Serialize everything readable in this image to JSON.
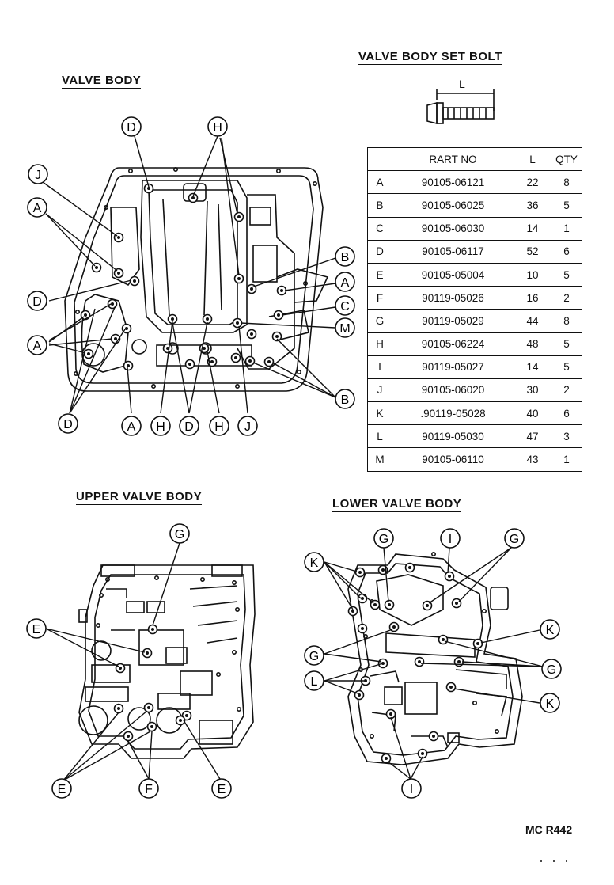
{
  "titles": {
    "valve_body": "VALVE BODY",
    "valve_body_set_bolt": "VALVE BODY SET BOLT",
    "upper_valve_body": "UPPER VALVE BODY",
    "lower_valve_body": "LOWER VALVE BODY"
  },
  "bolt_dimension_label": "L",
  "table": {
    "headers": [
      "",
      "RART NO",
      "L",
      "QTY"
    ],
    "rows": [
      {
        "code": "A",
        "part_no": "90105-06121",
        "length": "22",
        "qty": "8"
      },
      {
        "code": "B",
        "part_no": "90105-06025",
        "length": "36",
        "qty": "5"
      },
      {
        "code": "C",
        "part_no": "90105-06030",
        "length": "14",
        "qty": "1"
      },
      {
        "code": "D",
        "part_no": "90105-06117",
        "length": "52",
        "qty": "6"
      },
      {
        "code": "E",
        "part_no": "90105-05004",
        "length": "10",
        "qty": "5"
      },
      {
        "code": "F",
        "part_no": "90119-05026",
        "length": "16",
        "qty": "2"
      },
      {
        "code": "G",
        "part_no": "90119-05029",
        "length": "44",
        "qty": "8"
      },
      {
        "code": "H",
        "part_no": "90105-06224",
        "length": "48",
        "qty": "5"
      },
      {
        "code": "I",
        "part_no": "90119-05027",
        "length": "14",
        "qty": "5"
      },
      {
        "code": "J",
        "part_no": "90105-06020",
        "length": "30",
        "qty": "2"
      },
      {
        "code": "K",
        "part_no": ".90119-05028",
        "length": "40",
        "qty": "6"
      },
      {
        "code": "L",
        "part_no": "90119-05030",
        "length": "47",
        "qty": "3"
      },
      {
        "code": "M",
        "part_no": "90105-06110",
        "length": "43",
        "qty": "1"
      }
    ]
  },
  "callouts": {
    "valve_body": [
      "D",
      "H",
      "J",
      "A",
      "D",
      "A",
      "D",
      "A",
      "H",
      "D",
      "H",
      "J",
      "B",
      "A",
      "C",
      "M",
      "B"
    ],
    "upper_valve_body": [
      "G",
      "E",
      "E",
      "F",
      "E"
    ],
    "lower_valve_body": [
      "G",
      "I",
      "G",
      "K",
      "K",
      "G",
      "G",
      "L",
      "K",
      "I"
    ]
  },
  "footer_code": "MC R442"
}
